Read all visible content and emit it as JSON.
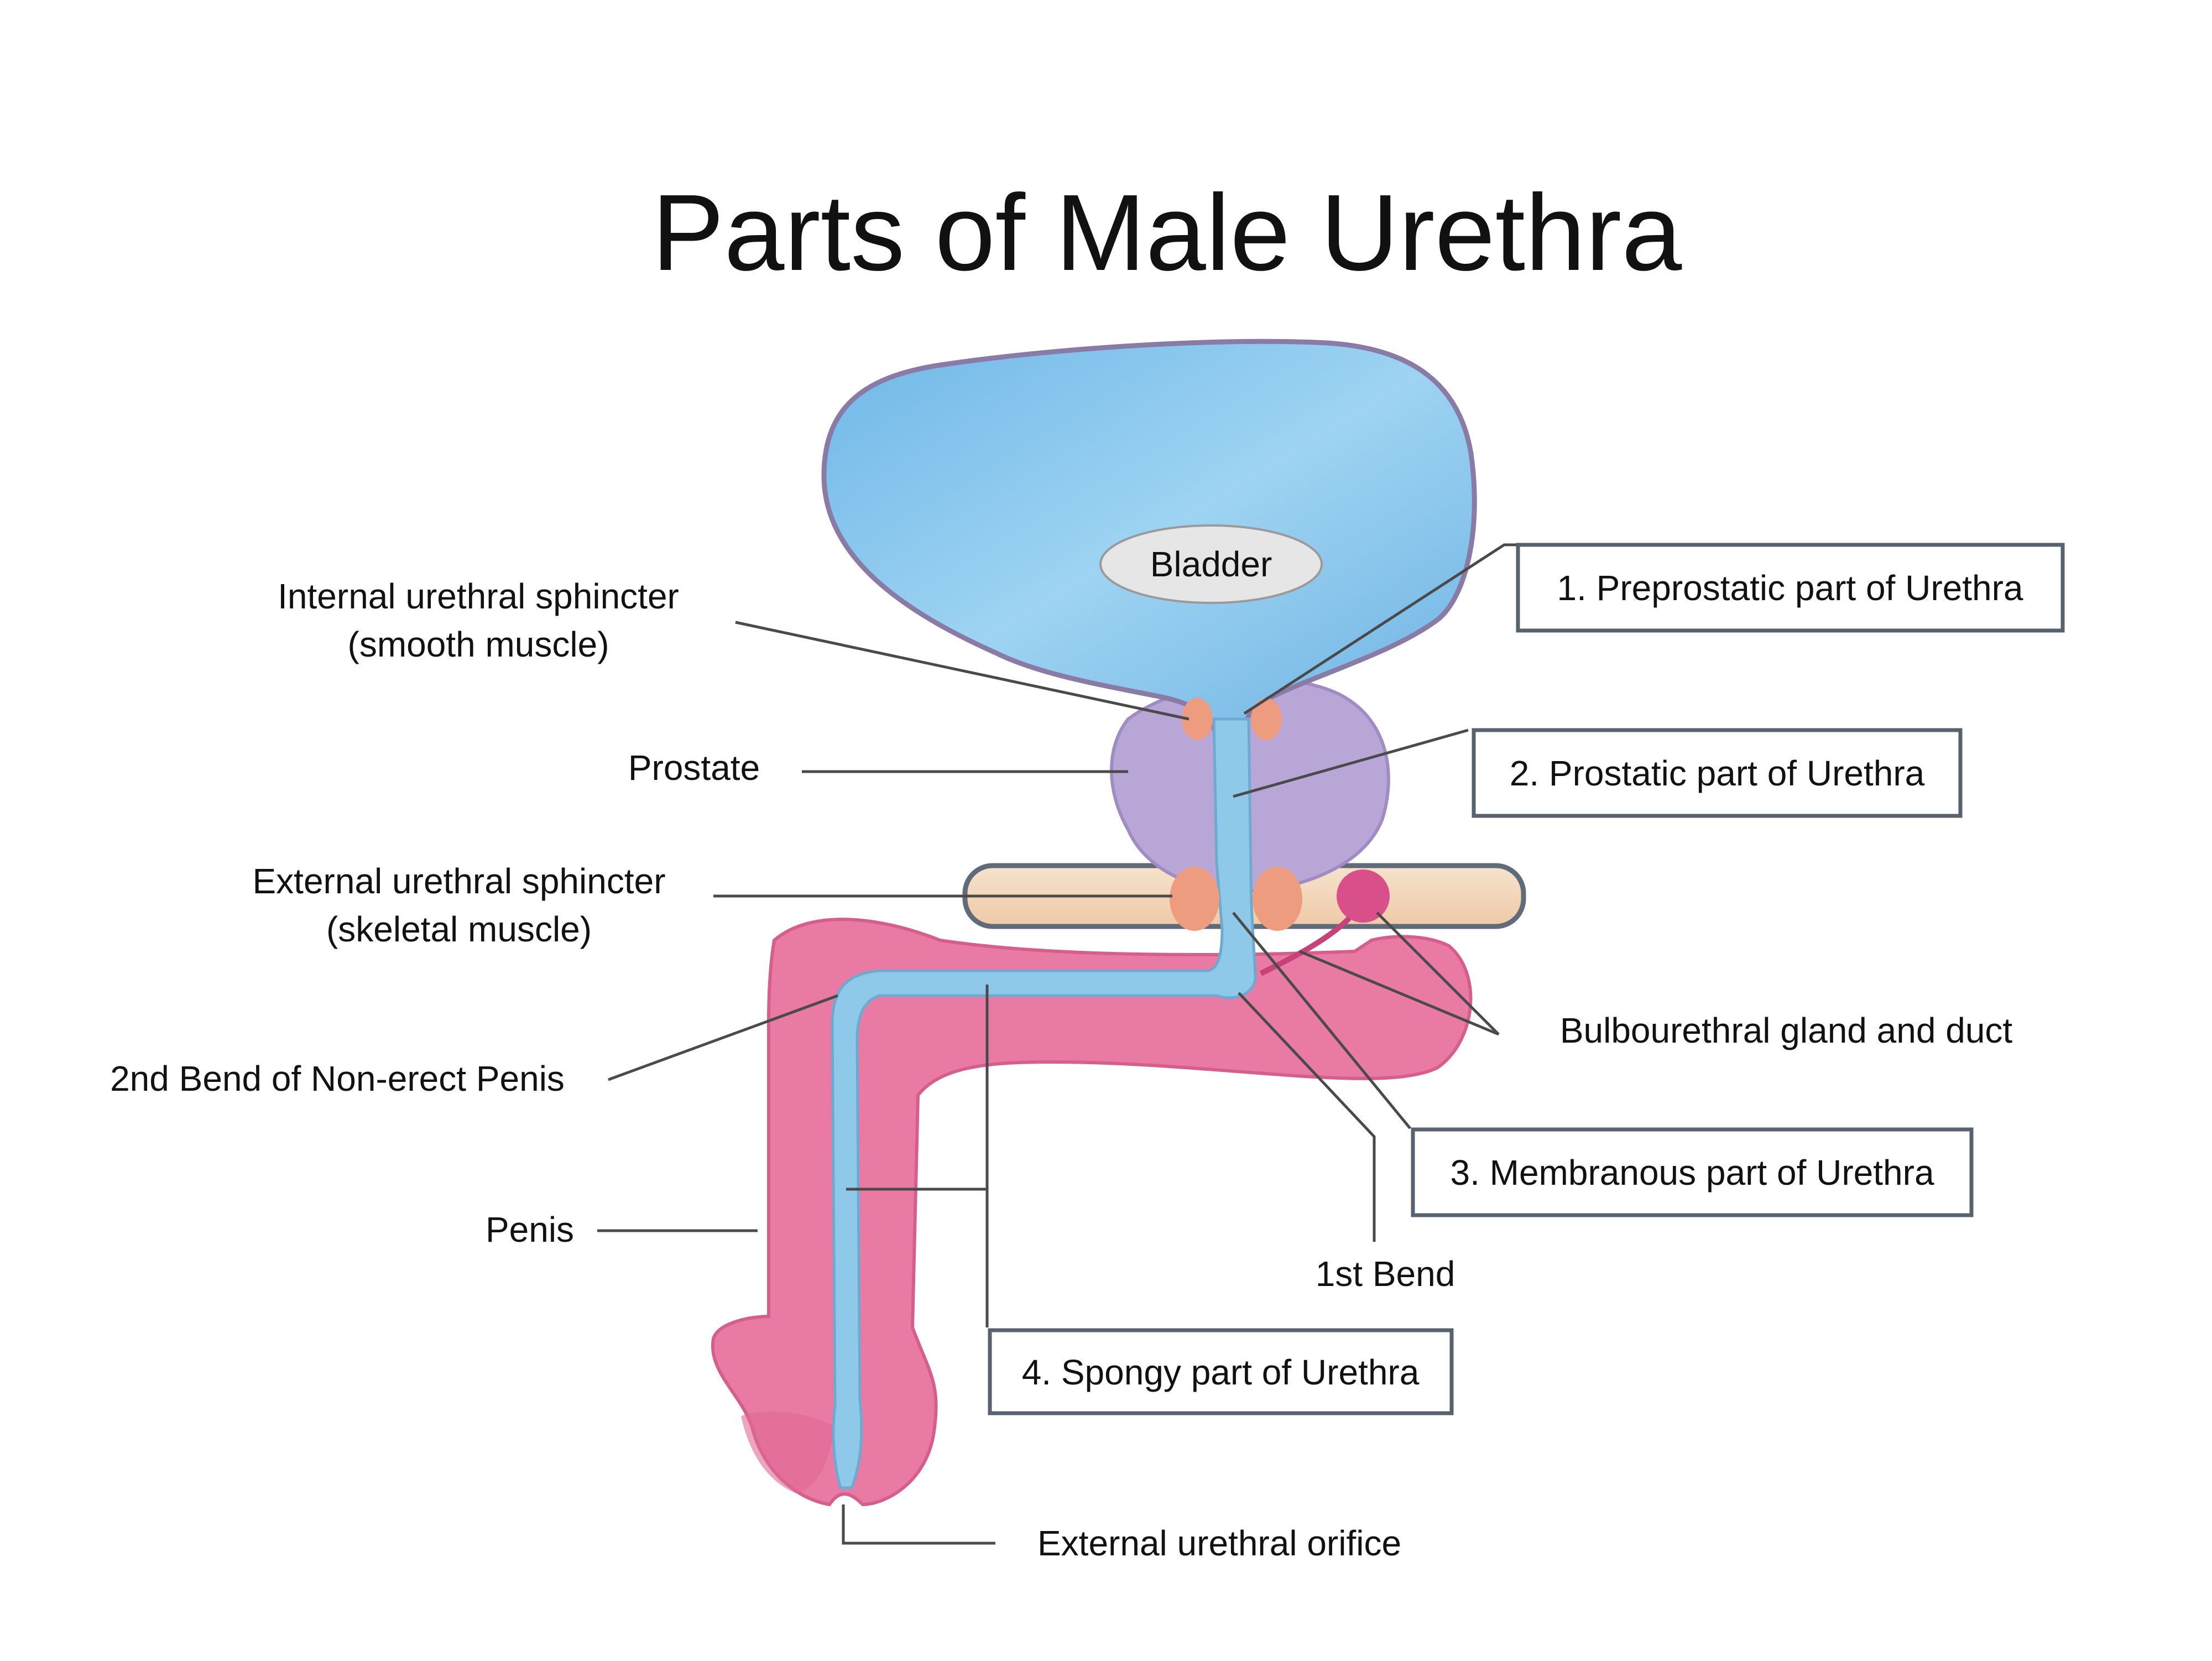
{
  "title": "Parts of Male Urethra",
  "labels": {
    "bladder": "Bladder",
    "internal_sphincter_1": "Internal urethral sphincter",
    "internal_sphincter_2": "(smooth muscle)",
    "prostate": "Prostate",
    "external_sphincter_1": "External urethral sphincter",
    "external_sphincter_2": "(skeletal muscle)",
    "second_bend": "2nd Bend of Non-erect Penis",
    "penis": "Penis",
    "external_orifice": "External urethral orifice",
    "bulbourethral": "Bulbourethral gland and duct",
    "first_bend": "1st Bend"
  },
  "parts": {
    "preprostatic": "1. Preprostatic part of Urethra",
    "prostatic": "2. Prostatic part of Urethra",
    "membranous": "3. Membranous part of Urethra",
    "spongy": "4. Spongy part of Urethra"
  },
  "colors": {
    "bladder": "#7fc1ea",
    "bladder_outline": "#8a7aa6",
    "prostate": "#b8a6d6",
    "diaphragm": "#f3d8bc",
    "sphincter": "#ee9c7f",
    "penis": "#e87aa3",
    "urethra": "#8fc9ea",
    "box_border": "#57626f"
  }
}
